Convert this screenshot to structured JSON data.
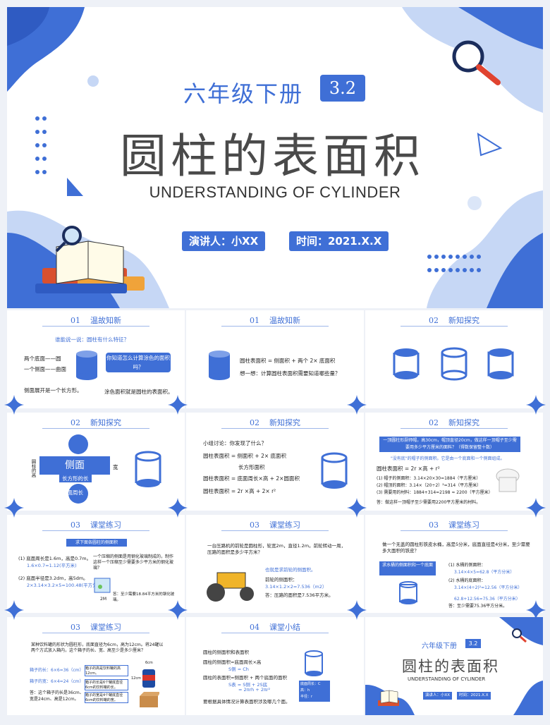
{
  "hero": {
    "grade": "六年级下册",
    "lesson_no": "3.2",
    "title": "圆柱的表面积",
    "subtitle": "UNDERSTANDING OF CYLINDER",
    "speaker": "演讲人：小XX",
    "time": "时间：2021.X.X"
  },
  "slides": [
    {
      "num": "01",
      "title": "温故知新",
      "q": "谁能说一说：圆柱有什么特征？",
      "l1": "两个底面——圆",
      "l2": "一个侧面——曲面",
      "l3": "侧面展开是一个长方形。",
      "bubble": "你知道怎么计算涂色的面积吗？",
      "ans": "涂色面积就是圆柱的表面积。"
    },
    {
      "num": "01",
      "title": "温故知新",
      "f1": "圆柱表面积 = 侧面积 + 两个 2× 底面积",
      "f2": "想一想：计算圆柱表面积需要知道哪些量？"
    },
    {
      "num": "02",
      "title": "新知探究"
    },
    {
      "num": "02",
      "title": "新知探究",
      "side": "侧面",
      "long": "长方形的长",
      "h": "底面周长",
      "left": "圆柱的高",
      "w": "宽"
    },
    {
      "num": "02",
      "title": "新知探究",
      "q": "小组讨论：你发现了什么？",
      "r1": "圆柱表面积 = 侧面积 + 2× 底面积",
      "r2": "长方形面积",
      "r3": "圆柱表面积 = 底面周长×高 + 2×圆面积",
      "r4": "圆柱表面积 = 2r ×高 + 2× r²"
    },
    {
      "num": "02",
      "title": "新知探究",
      "banner": "一顶圆柱形厨师帽，高30cm，帽顶直径20cm，做这样一顶帽子至少需要用多少平方厘米的面料？（得数保留整十数）",
      "s0": "\"没有底\"的帽子的侧面积。它是由一个底面和一个侧面组成。",
      "s1": "圆柱表面积 = 2r ×高 + r²",
      "s2": "(1) 帽子的侧面积：3.14×20×30=1884（平方厘米）",
      "s3": "(2) 帽顶的面积：3.14×（20÷2）²=314（平方厘米）",
      "s4": "(3) 需要用的材料：1884+314=2198 ≈ 2200（平方厘米）",
      "s5": "答：做这样一顶帽子至少需要用2200平方厘米的材料。"
    },
    {
      "num": "03",
      "title": "课堂练习",
      "banner": "求下面各圆柱的侧面积",
      "a1": "(1) 底面周长是1.6m，高是0.7m。",
      "a2": "1.6×0.7=1.12(平方米)",
      "a3": "(2) 底面半径是3.2dm，高5dm。",
      "a4": "2×3.14×3.2×5=100.48(平方分米)",
      "b1": "一个压缩的侧面是用钢化玻璃制成的，制作这样一个压缩至少需要多少平方米的钢化玻璃？",
      "b2": "答：至少需要18.84平方米的钢化玻璃。",
      "m": "2M"
    },
    {
      "num": "03",
      "title": "课堂练习",
      "q": "一台压路机的前轮是圆柱形，轮宽2m，直径1.2m。前轮转动一周，压路的面积是多少平方米？",
      "p1": "也就是求前轮的侧面积。",
      "p2": "前轮的侧面积：",
      "p3": "3.14×1.2×2=7.536（m2）",
      "p4": "答：压路的面积是7.536平方米。"
    },
    {
      "num": "03",
      "title": "课堂练习",
      "q": "做一个无盖的圆柱形铁皮水桶，高是5分米，底面直径是4分米，至少需要多大面积的铁皮？",
      "box": "求水桶的侧面积和一个底面",
      "c1": "(1) 水桶的侧面积：",
      "c2": "3.14×4×5=62.8（平方分米）",
      "c3": "(2) 水桶的底面积：",
      "c4": "3.14×(4÷2)²=12.56（平方分米）",
      "c5": "62.8+12.56=75.36（平方分米）",
      "c6": "答：至少需要75.36平方分米。"
    },
    {
      "num": "03",
      "title": "课堂练习",
      "q": "某种饮料罐的形状为圆柱形，底面直径为6cm，高为12cm。将24罐以两个方式放入箱内，这个箱子的长、宽、高至少是多少厘米？",
      "d1": "箱子的长：6×6=36（cm）",
      "d2": "箱子的宽：6×4=24（cm）",
      "d3": "答：这个箱子的长是36cm、宽是24cm、高是12cm。",
      "e1": "箱子的高是饮料罐的高12cm。",
      "e2": "箱子的长是6个罐底直径6cm的饮料罐的长。",
      "e3": "箱子的宽是4个罐底直径6cm的饮料罐的宽。",
      "dim1": "6cm",
      "dim2": "12cm"
    },
    {
      "num": "04",
      "title": "课堂小结",
      "g1": "圆柱的侧面积和表面积",
      "g2": "圆柱的侧面积=底面周长×高",
      "g3": "S侧 = Ch",
      "g4": "圆柱的表面积=侧面积 + 两个底面的面积",
      "g5": "S表 = S侧 + 2S底",
      "g6": "= 2πrh + 2πr²",
      "g7": "要根据具体情况计算表面积涉及哪几个面。",
      "lab1": "底面周长：C",
      "lab2": "高：h",
      "lab3": "半径：r"
    },
    {
      "grade": "六年级下册",
      "lesson_no": "3.2",
      "title": "圆柱的表面积",
      "subtitle": "UNDERSTANDING OF CYLINDER",
      "speaker": "演讲人：小XX",
      "time": "时间：2021.X.X"
    }
  ],
  "colors": {
    "accent": "#3f6fd6",
    "light": "#a9c1ee"
  }
}
